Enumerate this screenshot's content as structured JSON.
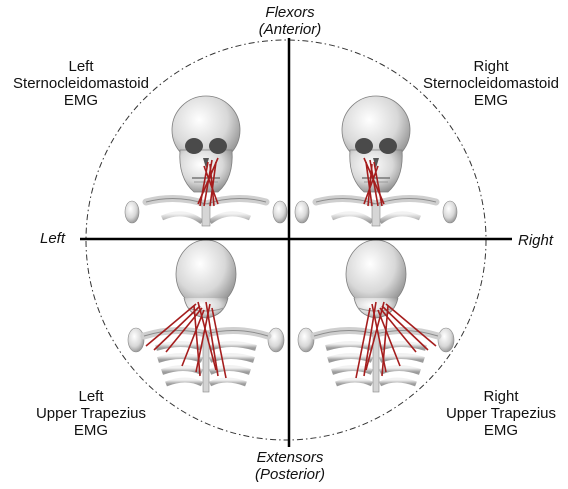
{
  "axes": {
    "top": [
      "Flexors",
      "(Anterior)"
    ],
    "bottom": [
      "Extensors",
      "(Posterior)"
    ],
    "left": "Left",
    "right": "Right"
  },
  "quadrants": {
    "top_left": [
      "Left",
      "Sternocleidomastoid",
      "EMG"
    ],
    "top_right": [
      "Right",
      "Sternocleidomastoid",
      "EMG"
    ],
    "bottom_left": [
      "Left",
      "Upper Trapezius",
      "EMG"
    ],
    "bottom_right": [
      "Right",
      "Upper Trapezius",
      "EMG"
    ]
  },
  "colors": {
    "muscle": "#a51d1d",
    "bone": "#dedede",
    "bone_shade": "#9a9a9a",
    "axis": "#000000"
  },
  "icons": {
    "top_left": "skull-anterior-left-sternocleidomastoid-icon",
    "top_right": "skull-anterior-right-sternocleidomastoid-icon",
    "bottom_left": "skull-posterior-left-trapezius-icon",
    "bottom_right": "skull-posterior-right-trapezius-icon"
  }
}
